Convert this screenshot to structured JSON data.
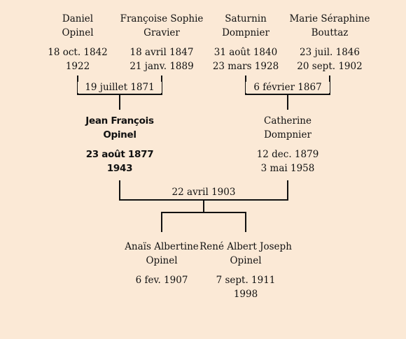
{
  "grandparents": [
    {
      "name": [
        "Daniel",
        "Opinel"
      ],
      "dates": [
        "18 oct. 1842",
        "1922"
      ]
    },
    {
      "name": [
        "Françoise Sophie",
        "Gravier"
      ],
      "dates": [
        "18 avril 1847",
        "21 janv. 1889"
      ]
    },
    {
      "name": [
        "Saturnin",
        "Dompnier"
      ],
      "dates": [
        "31 août 1840",
        "23 mars 1928"
      ]
    },
    {
      "name": [
        "Marie Séraphine",
        "Bouttaz"
      ],
      "dates": [
        "23 juil. 1846",
        "20 sept. 1902"
      ]
    }
  ],
  "marriages": {
    "left": "19 juillet 1871",
    "right": "6 février 1867",
    "center": "22 avril 1903"
  },
  "parents": [
    {
      "name": [
        "Jean François",
        "Opinel"
      ],
      "dates": [
        "23 août 1877",
        "1943"
      ],
      "highlight": true
    },
    {
      "name": [
        "Catherine",
        "Dompnier"
      ],
      "dates": [
        "12 dec. 1879",
        "3 mai 1958"
      ]
    }
  ],
  "children": [
    {
      "name": [
        "Anaïs Albertine",
        "Opinel"
      ],
      "dates": [
        "6 fev. 1907"
      ]
    },
    {
      "name": [
        "René Albert Joseph",
        "Opinel"
      ],
      "dates": [
        "7 sept. 1911",
        "1998"
      ]
    }
  ]
}
